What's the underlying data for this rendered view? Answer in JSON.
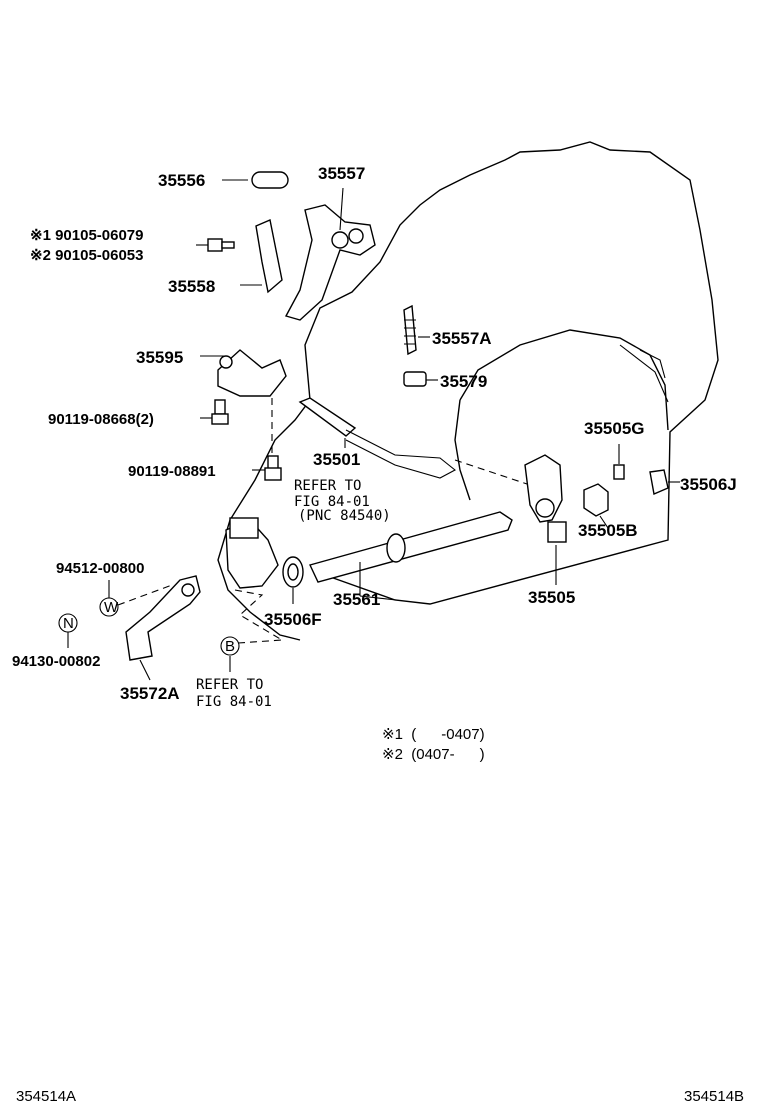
{
  "labels": {
    "p35556": "35556",
    "p35557": "35557",
    "p90105_1": "※1  90105-06079",
    "p90105_2": "※2  90105-06053",
    "p35558": "35558",
    "p35595": "35595",
    "p90119_08668": "90119-08668(2)",
    "p90119_08891": "90119-08891",
    "p35557A": "35557A",
    "p35579": "35579",
    "p35501": "35501",
    "p35505G": "35505G",
    "p35506J": "35506J",
    "p35505B": "35505B",
    "p35505": "35505",
    "p35561": "35561",
    "p35506F": "35506F",
    "p94512": "94512-00800",
    "p94130": "94130-00802",
    "p35572A": "35572A"
  },
  "references": {
    "refer1_line1": "REFER TO",
    "refer1_line2": "FIG 84-01",
    "refer1_line3": "(PNC 84540)",
    "refer2_line1": "REFER TO",
    "refer2_line2": "FIG 84-01"
  },
  "markers": {
    "w": "W",
    "n": "N",
    "b": "B"
  },
  "notes": {
    "note1": "※1  (      -0407)",
    "note2": "※2  (0407-      )"
  },
  "figure_codes": {
    "left": "354514A",
    "right": "354514B"
  }
}
